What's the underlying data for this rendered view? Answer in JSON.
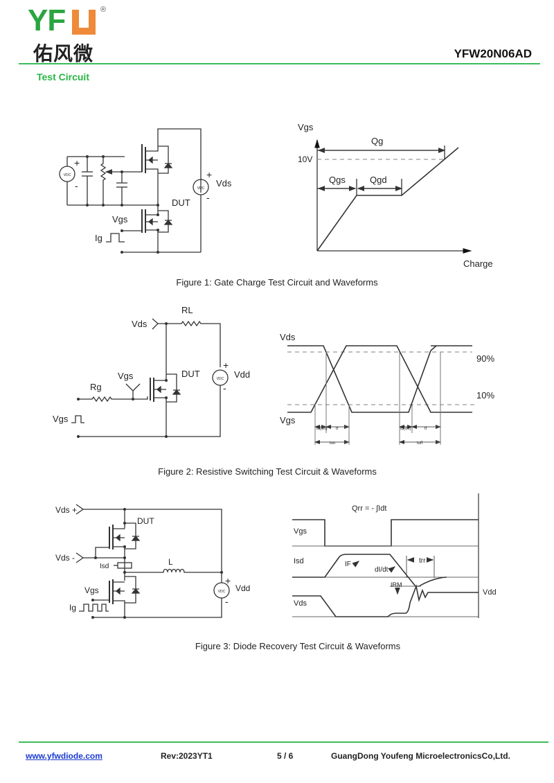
{
  "header": {
    "logo_text": "YF",
    "logo_reg": "®",
    "logo_cn": "佑风微",
    "part_number": "YFW20N06AD",
    "section_title": "Test Circuit",
    "accent_color": "#3dbb5a",
    "logo_green": "#2aa540",
    "logo_orange": "#ee8a3a"
  },
  "figure1": {
    "caption": "Figure 1: Gate Charge Test Circuit and Waveforms",
    "circuit": {
      "vdc_label": "VDC",
      "plus": "+",
      "minus": "-",
      "vds": "Vds",
      "dut": "DUT",
      "vgs": "Vgs",
      "ig": "Ig"
    },
    "waveform": {
      "y_label": "Vgs",
      "x_label": "Charge",
      "level": "10V",
      "qg": "Qg",
      "qgs": "Qgs",
      "qgd": "Qgd"
    }
  },
  "figure2": {
    "caption": "Figure 2: Resistive Switching Test Circuit & Waveforms",
    "circuit": {
      "vds": "Vds",
      "rl": "RL",
      "dut": "DUT",
      "vgs": "Vgs",
      "rg": "Rg",
      "vgs_pulse": "Vgs",
      "vdd": "Vdd",
      "vdc_label": "VDC",
      "plus": "+",
      "minus": "-"
    },
    "waveform": {
      "vds": "Vds",
      "vgs": "Vgs",
      "p90": "90%",
      "p10": "10%",
      "td_on": "td(on)",
      "tr": "tr",
      "ton": "ton",
      "td_off": "td(off)",
      "tf": "tf",
      "toff": "toff"
    }
  },
  "figure3": {
    "caption": "Figure 3: Diode Recovery Test Circuit & Waveforms",
    "circuit": {
      "vds_plus": "Vds +",
      "vds_minus": "Vds -",
      "dut": "DUT",
      "isd": "Isd",
      "l": "L",
      "vgs": "Vgs",
      "ig": "Ig",
      "vdd": "Vdd",
      "vdc_label": "VDC",
      "plus": "+",
      "minus": "-"
    },
    "waveform": {
      "formula": "Qrr = - ∫Idt",
      "vgs": "Vgs",
      "isd": "Isd",
      "vds": "Vds",
      "if": "IF",
      "didt": "dI/dt",
      "trr": "trr",
      "irm": "IRM",
      "vdd": "Vdd"
    }
  },
  "footer": {
    "website": "www.yfwdiode.com",
    "revision": "Rev:2023YT1",
    "page": "5 / 6",
    "company": "GuangDong Youfeng MicroelectronicsCo,Ltd."
  }
}
